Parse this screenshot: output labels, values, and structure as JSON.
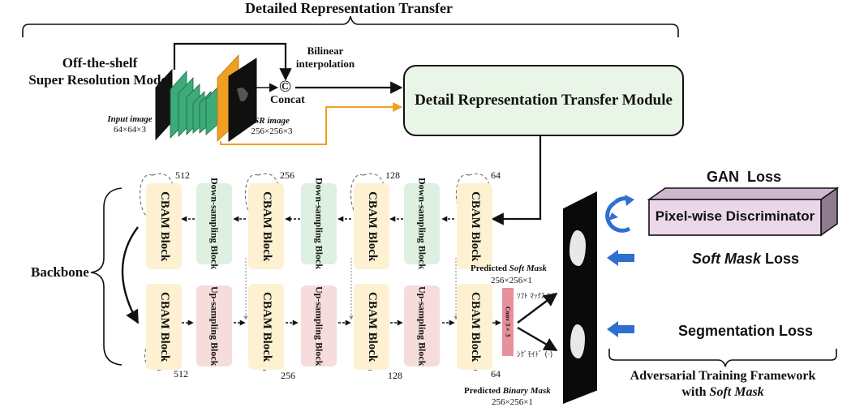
{
  "header": {
    "title": "Detailed Representation Transfer"
  },
  "sr_model": {
    "title_line1": "Off-the-shelf",
    "title_line2": "Super Resolution Model",
    "input_label": "Input image",
    "input_size": "64×64×3",
    "sr_label": "SR image",
    "sr_size": "256×256×3",
    "bilinear_line1": "Bilinear",
    "bilinear_line2": "interpolation",
    "concat_symbol": "©",
    "concat_label": "Concat"
  },
  "dtm": {
    "label": "Detail Representation Transfer Module"
  },
  "backbone": {
    "label": "Backbone",
    "cbam_label": "CBAM Block",
    "down_label": "Down-sampling Block",
    "up_label": "Up-sampling Block",
    "channels": {
      "c512": "512",
      "c256": "256",
      "c128": "128",
      "c64": "64"
    },
    "conv_label": "Conv 3×3"
  },
  "outputs": {
    "soft_mask_prefix": "Predicted",
    "soft_mask_italic": "Soft Mask",
    "soft_mask_size": "256×256×1",
    "binary_mask_prefix": "Predicted",
    "binary_mask_italic": "Binary Mask",
    "binary_mask_size": "256×256×1",
    "soft_fn": "ｿﾌﾄ ﾏｯｸｽ (·)",
    "binary_fn": "ｼｸﾞﾓｲﾄﾞ (·)"
  },
  "adversarial": {
    "gan_loss": "GAN  Loss",
    "discriminator": "Pixel-wise Discriminator",
    "soft_mask_loss_italic": "Soft Mask",
    "soft_mask_loss_suffix": " Loss",
    "seg_loss": "Segmentation Loss",
    "framework_line1": "Adversarial Training Framework",
    "framework_line2_prefix": "with ",
    "framework_line2_italic": "Soft Mask"
  },
  "colors": {
    "cbam": "#fdf1d2",
    "down": "#ddf0e2",
    "up": "#f7dcdc",
    "dtm": "#e9f5e6",
    "conv": "#e8909c",
    "orange": "#f0a020",
    "green": "#3daa7a",
    "blue_arrow": "#2f6fd0",
    "disc_front": "#ead7ea"
  }
}
